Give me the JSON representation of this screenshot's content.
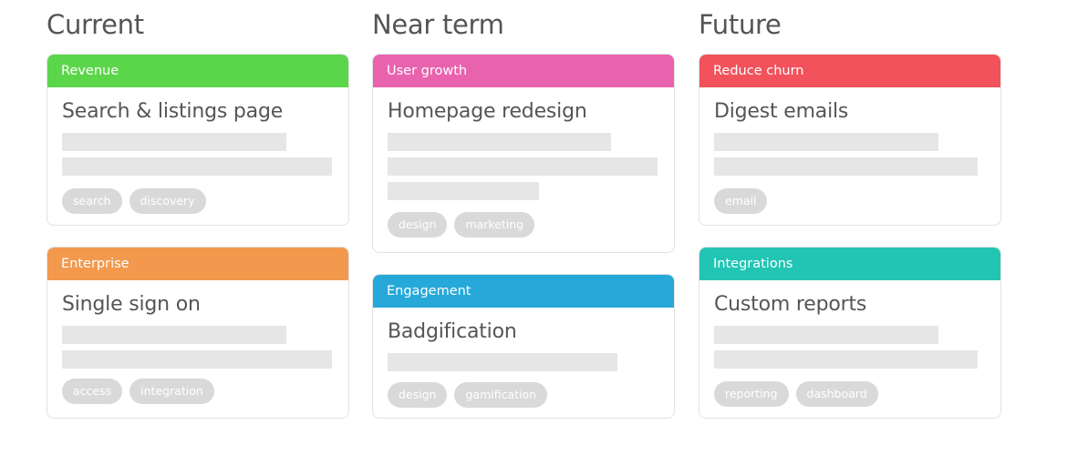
{
  "columns": [
    {
      "title": "Current",
      "cards": [
        {
          "header": "Revenue",
          "color": "#5bd64b",
          "title": "Search & listings page",
          "tags": [
            "search",
            "discovery"
          ]
        },
        {
          "header": "Enterprise",
          "color": "#f2994e",
          "title": "Single sign on",
          "tags": [
            "access",
            "integration"
          ]
        }
      ]
    },
    {
      "title": "Near term",
      "cards": [
        {
          "header": "User growth",
          "color": "#e962ad",
          "title": "Homepage redesign",
          "tags": [
            "design",
            "marketing"
          ]
        },
        {
          "header": "Engagement",
          "color": "#26a8d9",
          "title": "Badgification",
          "tags": [
            "design",
            "gamification"
          ]
        }
      ]
    },
    {
      "title": "Future",
      "cards": [
        {
          "header": "Reduce churn",
          "color": "#f1525b",
          "title": "Digest emails",
          "tags": [
            "email"
          ]
        },
        {
          "header": "Integrations",
          "color": "#22c5b3",
          "title": "Custom reports",
          "tags": [
            "reporting",
            "dashboard"
          ]
        }
      ]
    }
  ]
}
